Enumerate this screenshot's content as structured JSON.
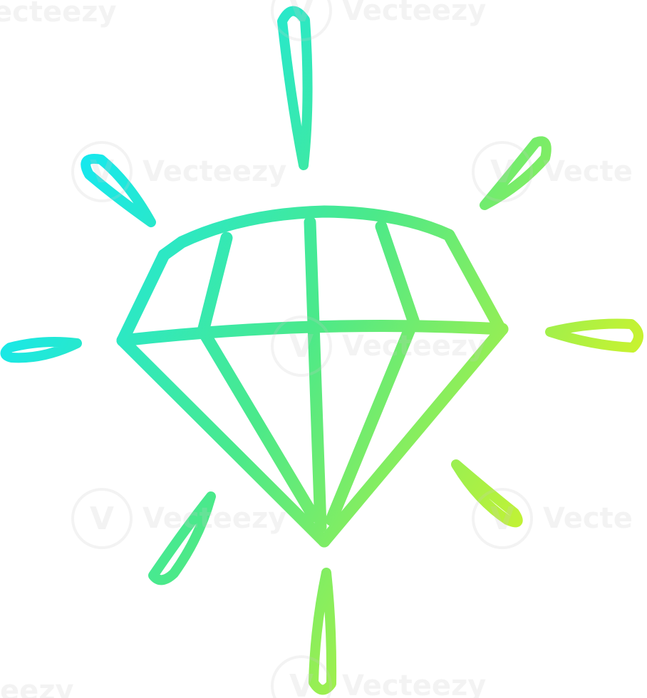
{
  "illustration": {
    "subject": "diamond-gem",
    "gradient": {
      "start": "#12E8F5",
      "mid": "#4BE98A",
      "end": "#E6F51A"
    }
  },
  "watermarks": {
    "text": "Vecteezy",
    "color": "#C8C8C8",
    "instances": [
      {
        "text": "ecteezy"
      },
      {
        "text": "Vecteezy"
      },
      {
        "text": "Vecteezy"
      },
      {
        "text": "Vecte"
      },
      {
        "text": "Vecteezy"
      },
      {
        "text": "Vecteezy"
      },
      {
        "text": "Vecte"
      },
      {
        "text": "eezy"
      },
      {
        "text": "Vecteezy"
      }
    ]
  }
}
